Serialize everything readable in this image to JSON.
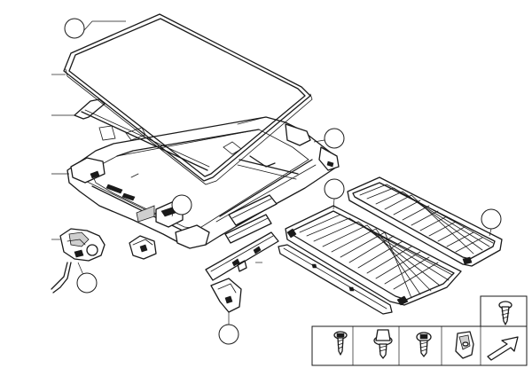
{
  "diagram": {
    "callouts": [
      {
        "id": "glass-lid"
      },
      {
        "id": "frame-right"
      },
      {
        "id": "sunshade-front"
      },
      {
        "id": "sunshade-rear"
      },
      {
        "id": "frame-center"
      },
      {
        "id": "drive-motor"
      },
      {
        "id": "deflector-bracket"
      }
    ],
    "fastener_legend": {
      "items": [
        "screw-small",
        "screw-flange",
        "screw-collar",
        "screw-hex",
        "clip-nut",
        "arrow-next"
      ],
      "extra": "screw-top"
    },
    "colors": {
      "line": "#1a1a1a",
      "background": "#ffffff",
      "shade": "#cfcfcf"
    }
  }
}
